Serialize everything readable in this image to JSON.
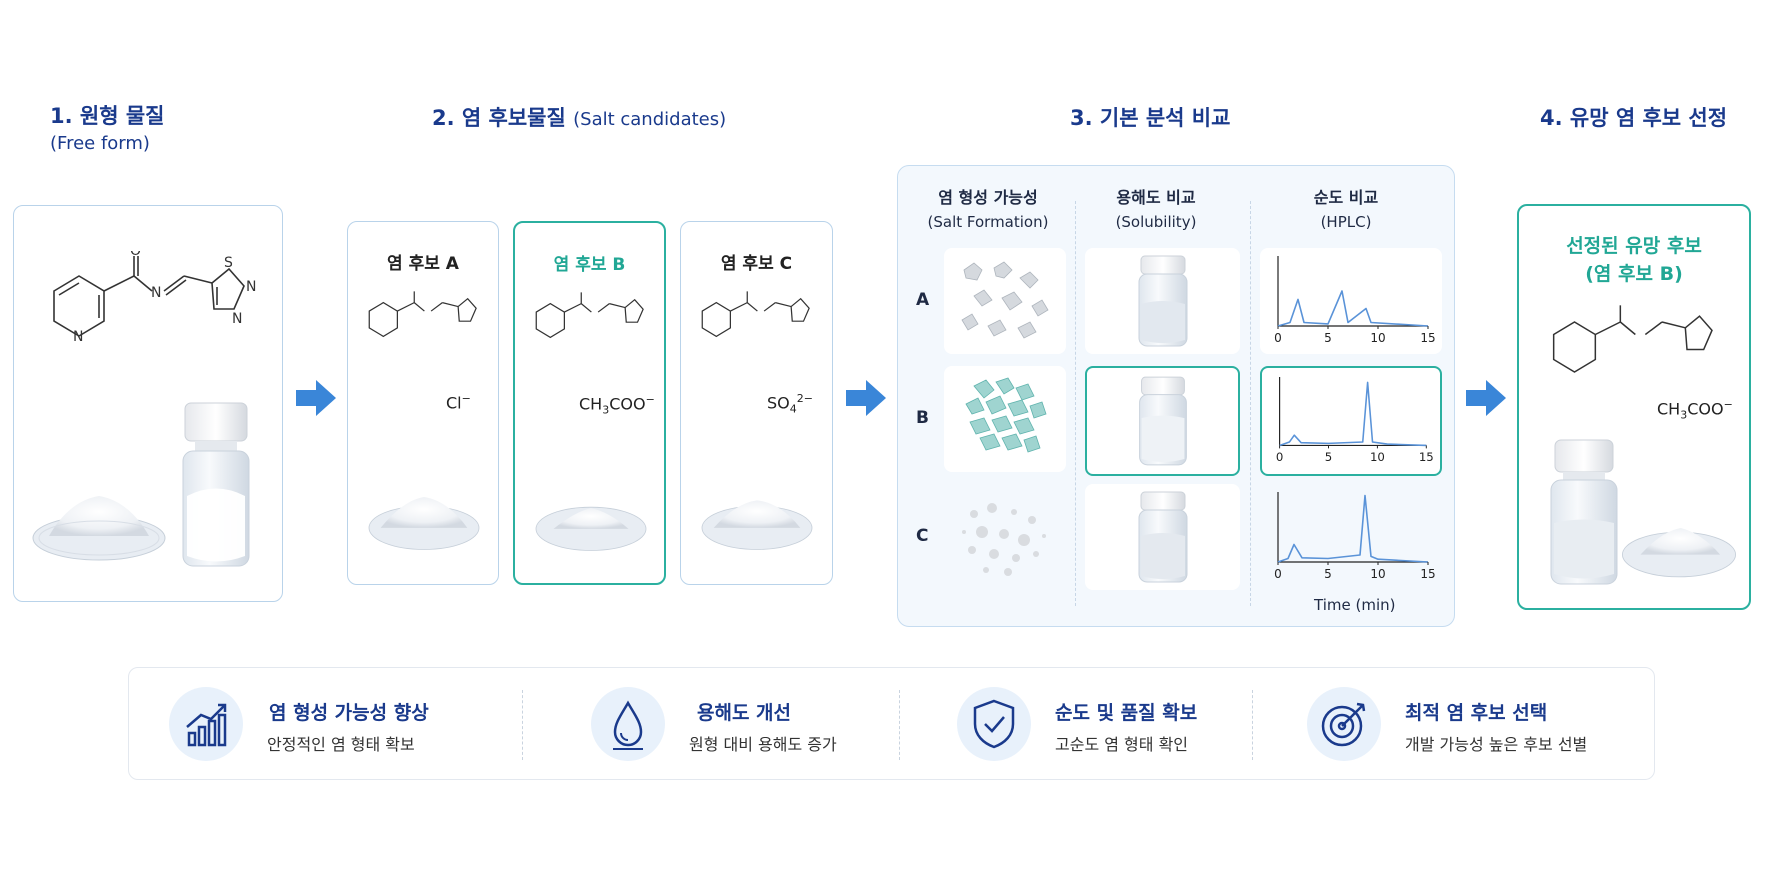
{
  "steps": {
    "s1_title": "1. 원형 물질",
    "s1_sub": "(Free form)",
    "s2_title": "2. 염 후보물질",
    "s2_sub": "(Salt candidates)",
    "s3_title": "3. 기본 분석 비교",
    "s4_title": "4. 유망 염 후보 선정"
  },
  "candidates": [
    {
      "label": "염 후보 A",
      "ion_main": "Cl",
      "ion_sub": "",
      "ion_tail": "",
      "ion_sup": "−"
    },
    {
      "label": "염 후보 B",
      "ion_main": "CH",
      "ion_sub": "3",
      "ion_tail": "COO",
      "ion_sup": "−"
    },
    {
      "label": "염 후보 C",
      "ion_main": "SO",
      "ion_sub": "4",
      "ion_tail": "",
      "ion_sup": "2−"
    }
  ],
  "analysis": {
    "col1": "염 형성 가능성",
    "col1_sub": "(Salt Formation)",
    "col2": "용해도 비교",
    "col2_sub": "(Solubility)",
    "col3": "순도 비교",
    "col3_sub": "(HPLC)",
    "rows": [
      "A",
      "B",
      "C"
    ],
    "ticks": [
      "0",
      "5",
      "10",
      "15"
    ],
    "time_label": "Time (min)"
  },
  "selected": {
    "title": "선정된 유망 후보",
    "sub": "(염 후보 B)",
    "ion_main": "CH",
    "ion_sub": "3",
    "ion_tail": "COO",
    "ion_sup": "−"
  },
  "molecule": {
    "o": "O",
    "n": "N",
    "s": "S"
  },
  "benefits": [
    {
      "title": "염 형성 가능성 향상",
      "desc": "안정적인 염 형태 확보",
      "icon": "growth-chart-icon"
    },
    {
      "title": "용해도 개선",
      "desc": "원형 대비 용해도 증가",
      "icon": "water-drop-icon"
    },
    {
      "title": "순도 및 품질 확보",
      "desc": "고순도 염 형태 확인",
      "icon": "shield-check-icon"
    },
    {
      "title": "최적 염 후보 선택",
      "desc": "개발 가능성 높은 후보 선별",
      "icon": "target-icon"
    }
  ],
  "colors": {
    "navy": "#1a3a8c",
    "teal": "#21a795",
    "arrow": "#3a86d8",
    "panel_border": "#b9d3ea"
  },
  "chart_data": [
    {
      "type": "line",
      "series": [
        {
          "values": [
            [
              0,
              0
            ],
            [
              1.2,
              0.05
            ],
            [
              2,
              0.38
            ],
            [
              2.6,
              0.05
            ],
            [
              5,
              0.03
            ],
            [
              6.4,
              0.5
            ],
            [
              7,
              0.05
            ],
            [
              8.8,
              0.25
            ],
            [
              9.3,
              0.05
            ],
            [
              15,
              0
            ]
          ]
        }
      ],
      "xlim": [
        0,
        15
      ]
    },
    {
      "type": "line",
      "series": [
        {
          "values": [
            [
              0,
              0
            ],
            [
              1,
              0.05
            ],
            [
              1.5,
              0.15
            ],
            [
              2.2,
              0.04
            ],
            [
              5,
              0.03
            ],
            [
              8.5,
              0.05
            ],
            [
              9,
              0.92
            ],
            [
              9.5,
              0.05
            ],
            [
              11,
              0.02
            ],
            [
              15,
              0
            ]
          ]
        }
      ],
      "xlim": [
        0,
        15
      ]
    },
    {
      "type": "line",
      "series": [
        {
          "values": [
            [
              0,
              0
            ],
            [
              1,
              0.05
            ],
            [
              1.6,
              0.25
            ],
            [
              2.4,
              0.06
            ],
            [
              5,
              0.05
            ],
            [
              8.2,
              0.1
            ],
            [
              8.7,
              0.95
            ],
            [
              9.3,
              0.08
            ],
            [
              10,
              0.04
            ],
            [
              15,
              0
            ]
          ]
        }
      ],
      "xlim": [
        0,
        15
      ]
    }
  ]
}
